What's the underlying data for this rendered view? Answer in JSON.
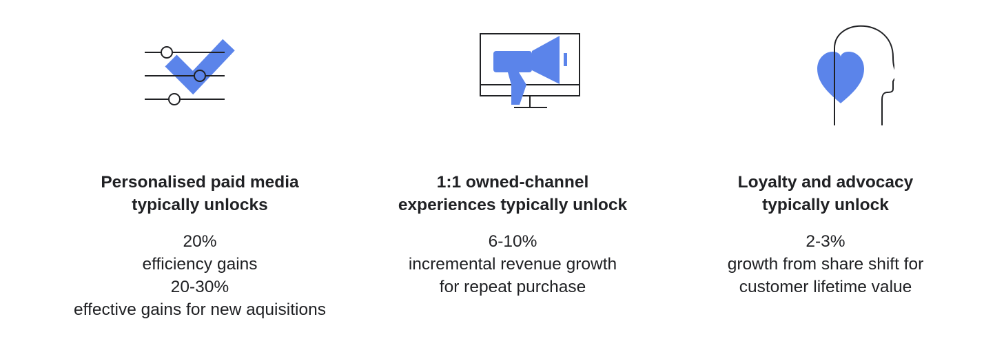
{
  "colors": {
    "accent": "#5b84ea",
    "line": "#202124",
    "text": "#202124",
    "background": "#ffffff"
  },
  "columns": [
    {
      "icon": "sliders-checkmark-icon",
      "heading_lines": [
        "Personalised paid media",
        "typically unlocks"
      ],
      "stat_lines": [
        "20%",
        "efficiency gains",
        "20-30%",
        "effective gains for new aquisitions"
      ]
    },
    {
      "icon": "monitor-megaphone-icon",
      "heading_lines": [
        "1:1 owned-channel",
        "experiences typically unlock"
      ],
      "stat_lines": [
        "6-10%",
        "incremental revenue growth",
        "for repeat purchase"
      ]
    },
    {
      "icon": "head-heart-icon",
      "heading_lines": [
        "Loyalty and advocacy",
        "typically unlock"
      ],
      "stat_lines": [
        "2-3%",
        "growth from share shift for",
        "customer lifetime value"
      ]
    }
  ]
}
